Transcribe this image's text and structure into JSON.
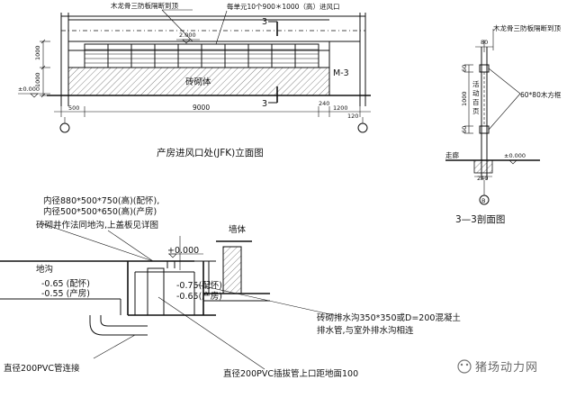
{
  "elevation": {
    "title": "产房进风口处(JFK)立面图",
    "note_partition": "木龙骨三防板隔断到顶",
    "note_vents": "每单元10个900＊1000（高）进风口",
    "label_section_top": "3",
    "label_section_bottom": "3",
    "label_brick": "砖砌体",
    "label_m3": "M-3",
    "dim_2000": "2.000",
    "dim_1000a": "1000",
    "dim_1000b": "1000",
    "dim_zero": "±0.000",
    "dim_500": "500",
    "dim_9000": "9000",
    "dim_240": "240",
    "dim_120": "120",
    "dim_1200": "1200"
  },
  "section": {
    "title": "3—3剖面图",
    "note_partition": "木龙骨三防板隔断到顶",
    "dim_80": "80",
    "dim_60a": "60",
    "dim_60b": "60",
    "dim_1000": "1000",
    "label_flap": [
      "活",
      "动",
      "百",
      "页"
    ],
    "label_frame": "60*80木方框",
    "label_corridor": "走廊",
    "dim_zero": "±0.000",
    "dim_240": "240",
    "axis_b": "B"
  },
  "trench": {
    "note_line1": "内径880*500*750(高)(配怀),",
    "note_line2": "内径500*500*650(高)(产房)",
    "note_line3": "砖砌井作法同地沟,上盖板见详图",
    "label_wall": "墙体",
    "level_zero": "+0.000",
    "label_ditch": "地沟",
    "level_left1": "-0.65 (配怀)",
    "level_left2": "-0.55 (产房)",
    "level_right1": "-0.75(配怀)",
    "level_right2": "-0.65(产房)",
    "note_drain1": "砖砌排水沟350*350或D=200混凝土",
    "note_drain2": "排水管,与室外排水沟相连",
    "note_pipe_left": "直径200PVC管连接",
    "note_pipe_right": "直径200PVC插拔管上口距地面100"
  },
  "watermark": "猪场动力网"
}
